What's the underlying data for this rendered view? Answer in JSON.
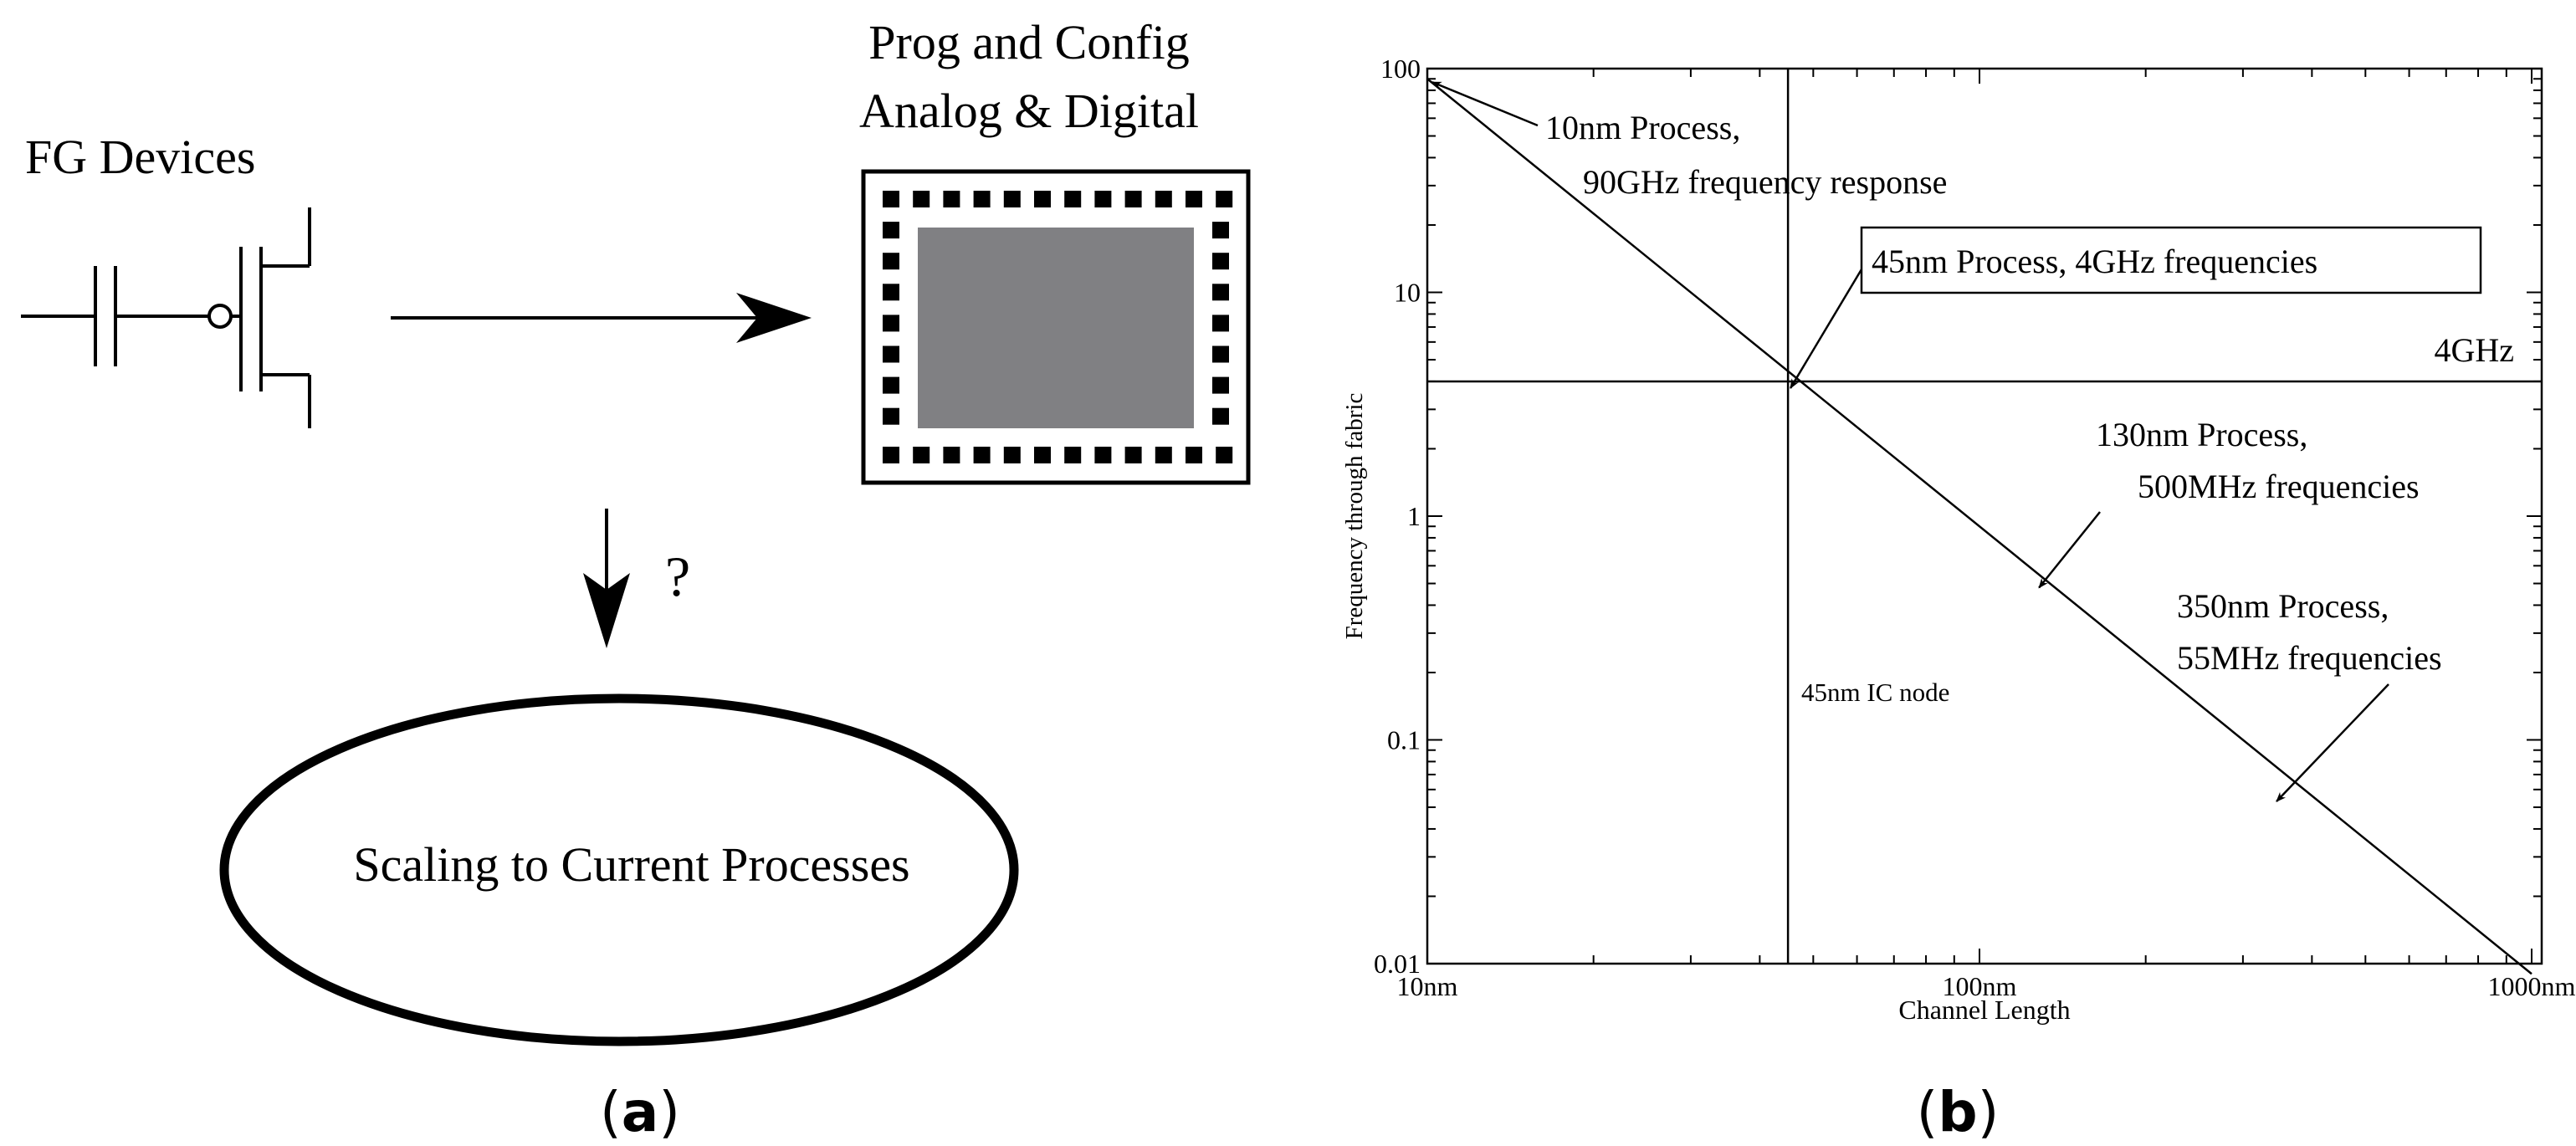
{
  "panel_a": {
    "fg_label": "FG Devices",
    "chip_label_line1": "Prog and Config",
    "chip_label_line2": "Analog & Digital",
    "question": "?",
    "ellipse_label": "Scaling to Current Processes",
    "caption_open": "(",
    "caption_letter": "a",
    "caption_close": ")"
  },
  "panel_b": {
    "caption_open": "(",
    "caption_letter": "b",
    "caption_close": ")"
  },
  "chart_data": {
    "type": "line",
    "xlabel": "Channel Length",
    "ylabel": "Frequency through fabric",
    "x_scale": "log",
    "y_scale": "log",
    "xlim_nm": [
      10,
      1000
    ],
    "ylim": [
      0.01,
      100
    ],
    "x_ticks": [
      {
        "value": 10,
        "label": "10nm"
      },
      {
        "value": 100,
        "label": "100nm"
      },
      {
        "value": 1000,
        "label": "1000nm"
      }
    ],
    "y_ticks": [
      {
        "value": 100,
        "label": "100"
      },
      {
        "value": 10,
        "label": "10"
      },
      {
        "value": 1,
        "label": "1"
      },
      {
        "value": 0.1,
        "label": "0.1"
      },
      {
        "value": 0.01,
        "label": "0.01"
      }
    ],
    "grid": false,
    "series": [
      {
        "x": [
          10,
          45,
          130,
          350,
          1000
        ],
        "y": [
          90,
          4,
          0.5,
          0.055,
          0.009
        ]
      }
    ],
    "reference_lines": [
      {
        "orientation": "vertical",
        "x": 45,
        "label": "45nm IC node"
      },
      {
        "orientation": "horizontal",
        "y": 4,
        "label": "4GHz"
      }
    ],
    "annotations": [
      {
        "lines": [
          "10nm Process,",
          "90GHz frequency response"
        ],
        "x": 10,
        "y": 90,
        "boxed": false
      },
      {
        "lines": [
          "45nm Process, 4GHz frequencies"
        ],
        "x": 45,
        "y": 4,
        "boxed": true
      },
      {
        "lines": [
          "130nm Process,",
          "500MHz frequencies"
        ],
        "x": 130,
        "y": 0.5,
        "boxed": false
      },
      {
        "lines": [
          "350nm Process,",
          "55MHz frequencies"
        ],
        "x": 350,
        "y": 0.055,
        "boxed": false
      }
    ]
  }
}
